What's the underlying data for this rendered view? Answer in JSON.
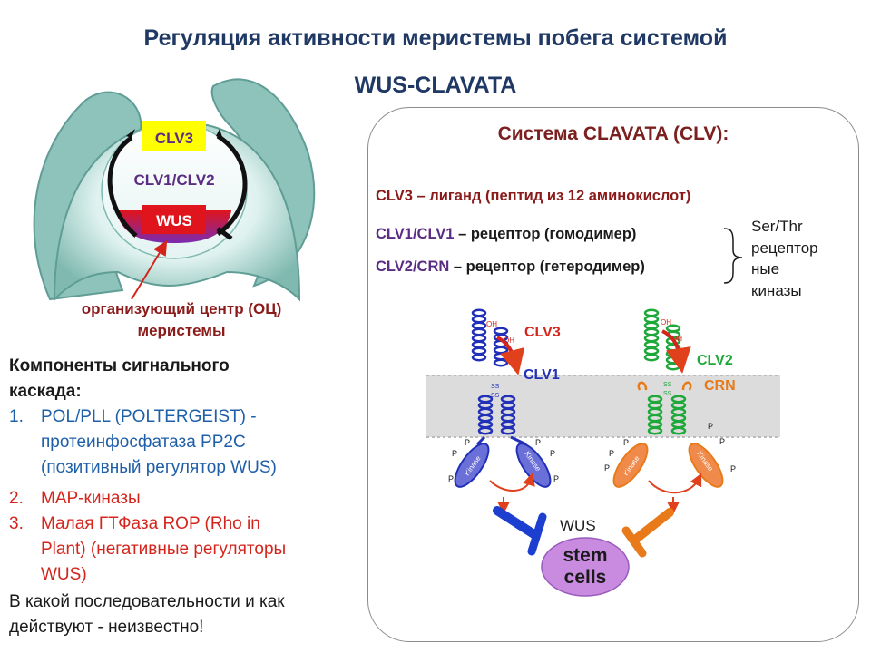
{
  "title": {
    "line1": "Регуляция активности меристемы побега системой",
    "line2": "WUS-CLAVATA"
  },
  "meristem": {
    "label_clv3": "CLV3",
    "label_clv1_clv2": "CLV1/CLV2",
    "label_wus": "WUS",
    "oc_line1": "организующий центр (ОЦ)",
    "oc_line2": "меристемы"
  },
  "components": {
    "heading_line1": "Компоненты сигнального",
    "heading_line2": "каскада:",
    "items": [
      {
        "num": "1.",
        "lines": [
          "POL/PLL (POLTERGEIST) -",
          "протеинфосфатаза PP2C",
          "(позитивный регулятор WUS)"
        ]
      },
      {
        "num": "2.",
        "lines": [
          "MAP-киназы"
        ]
      },
      {
        "num": "3.",
        "lines": [
          "Малая ГТФаза ROP (Rho in",
          "Plant) (негативные регуляторы",
          "WUS)"
        ]
      }
    ],
    "footer_line1": "В какой последовательности и как",
    "footer_line2": "действуют - неизвестно!"
  },
  "clavata": {
    "title": "Система CLAVATA (CLV):",
    "line1_key": "CLV3",
    "line1_rest": " – лиганд (пептид из 12 аминокислот)",
    "line2_key": "CLV1/CLV1",
    "line2_rest": " – рецептор (гомодимер)",
    "line3_key": "CLV2/CRN",
    "line3_rest": " – рецептор (гетеродимер)",
    "note_lines": [
      "Ser/Thr",
      "рецептор",
      "ные",
      "киназы"
    ]
  },
  "diagram": {
    "label_clv3": "CLV3",
    "label_clv1": "CLV1",
    "label_clv2": "CLV2",
    "label_crn": "CRN",
    "label_wus": "WUS",
    "stem_line1": "stem",
    "stem_line2": "cells",
    "kinase": "Kinase",
    "oh": "OH",
    "ss": "SS",
    "p": "P"
  },
  "colors": {
    "title": "#1f3864",
    "dark_red": "#8b1a1a",
    "purple": "#5b2c83",
    "blue": "#1f5fa8",
    "red": "#d4241c",
    "receptor_blue": "#2130b8",
    "receptor_green": "#1fa83a",
    "receptor_orange": "#e87a1a",
    "stem_cells": "#c98be0",
    "clv3_box": "#ffff00",
    "wus_box": "#e0141c"
  }
}
